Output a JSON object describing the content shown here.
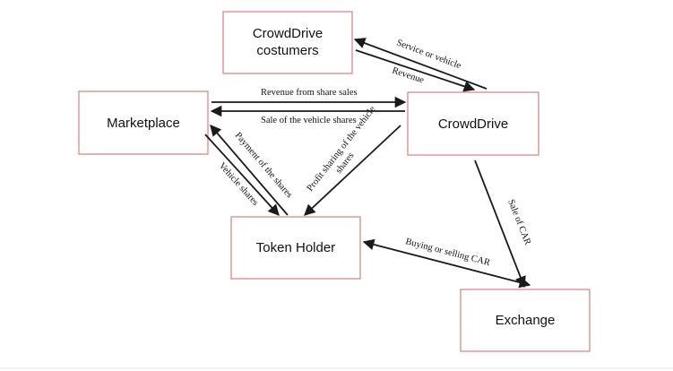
{
  "nodes": {
    "customers": {
      "line1": "CrowdDrive",
      "line2": "costumers"
    },
    "crowddrive": {
      "label": "CrowdDrive"
    },
    "marketplace": {
      "label": "Marketplace"
    },
    "token_holder": {
      "label": "Token Holder"
    },
    "exchange": {
      "label": "Exchange"
    }
  },
  "edges": {
    "service_or_vehicle": "Service or vehicle",
    "revenue": "Revenue",
    "revenue_from_share_sales": "Revenue from share sales",
    "sale_of_vehicle_shares": "Sale of the vehicle shares",
    "payment_of_shares": "Payment of the shares",
    "vehicle_shares": "Vehicle shares",
    "profit_sharing_line1": "Profit sharing of the vehicle",
    "profit_sharing_line2": "shares",
    "sale_of_car": "Sale of CAR",
    "buying_or_selling_car": "Buying or selling CAR"
  },
  "colors": {
    "box_border": "#d9807a",
    "arrow": "#1a1a1a"
  }
}
